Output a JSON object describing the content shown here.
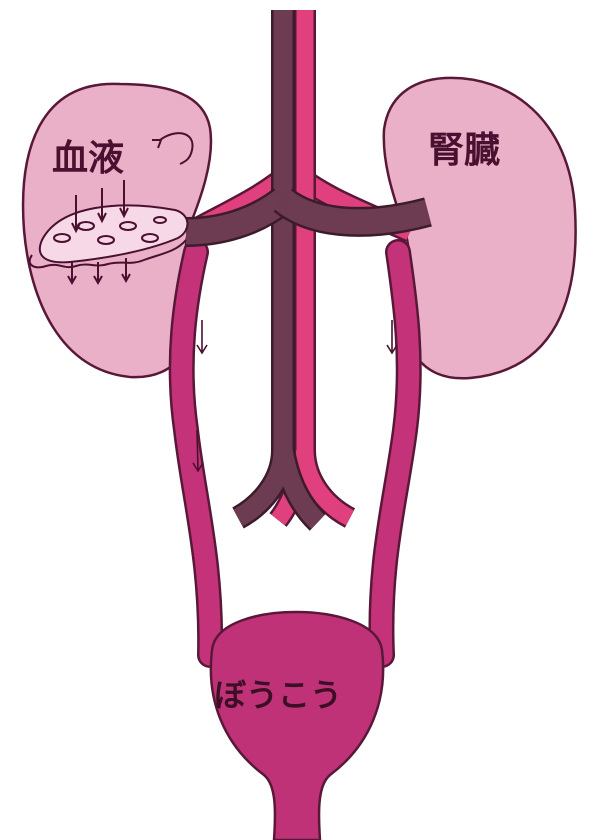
{
  "labels": {
    "blood": "血液",
    "kidney": "腎臓",
    "bladder": "ぼうこう"
  },
  "colors": {
    "kidney_fill": "#eab0c8",
    "vessel_dark": "#6e3c52",
    "vessel_pink": "#e0407e",
    "ureter_magenta": "#c4337a",
    "bladder_magenta": "#c03278",
    "outline": "#5a1838"
  }
}
